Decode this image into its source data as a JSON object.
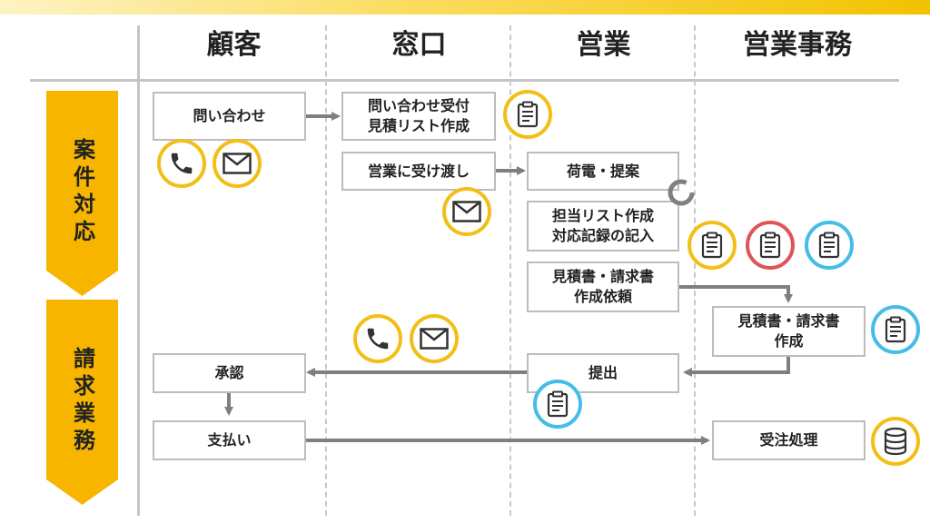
{
  "lanes": [
    "顧客",
    "窓口",
    "営業",
    "営業事務"
  ],
  "phases": [
    "案件対応",
    "請求業務"
  ],
  "steps": {
    "inquiry": "問い合わせ",
    "receive": "問い合わせ受付\n見積リスト作成",
    "handover": "営業に受け渡し",
    "proposal": "荷電・提案",
    "record": "担当リスト作成\n対応記録の記入",
    "request_doc": "見積書・請求書\n作成依頼",
    "create_doc": "見積書・請求書\n作成",
    "submit": "提出",
    "approve": "承認",
    "payment": "支払い",
    "order": "受注処理"
  },
  "icons": {
    "phone": "phone-icon",
    "mail": "mail-icon",
    "clipboard": "clipboard-icon",
    "database": "database-icon",
    "refresh": "refresh-icon"
  },
  "colors": {
    "accent": "#f2bf18",
    "red": "#e05458",
    "blue": "#45bde6",
    "arrow": "#7f7f7f",
    "grid": "#c4c4c4"
  }
}
